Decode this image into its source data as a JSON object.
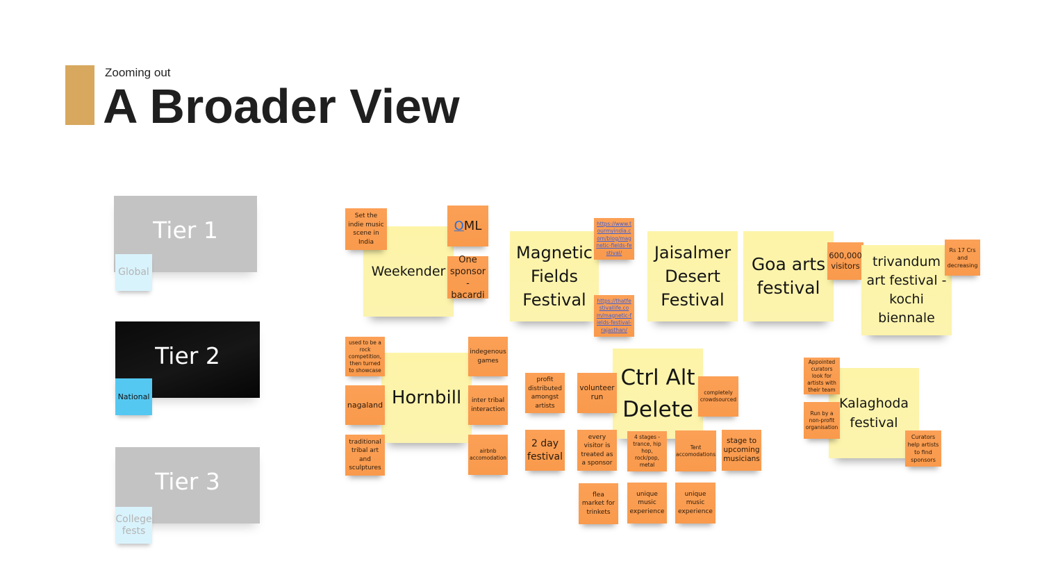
{
  "header": {
    "subtitle": "Zooming out",
    "title": "A Broader View",
    "accent_color": "#d8a85e"
  },
  "tiers": [
    {
      "label": "Tier 1",
      "tag": "Global",
      "style": "inactive"
    },
    {
      "label": "Tier 2",
      "tag": "National",
      "style": "active"
    },
    {
      "label": "Tier 3",
      "tag": "College fests",
      "style": "inactive"
    }
  ],
  "board": {
    "weekender": {
      "title": "Weekender",
      "notes": [
        "Set the indie music scene in India",
        "OML",
        "One sponsor - bacardi"
      ],
      "oml_first": "O",
      "oml_rest": "ML"
    },
    "magnetic": {
      "title": "Magnetic Fields Festival",
      "links": [
        "https://www.tourmyindia.com/blog/magnetic-fields-festival/",
        "https://thatfestivallife.com/magnetic-fields-festival-rajasthan/"
      ]
    },
    "jaisalmer": {
      "title": "Jaisalmer Desert Festival"
    },
    "goa": {
      "title": "Goa arts festival",
      "notes": [
        "600,000 visitors"
      ]
    },
    "trivandum": {
      "title": "trivandum art festival - kochi biennale",
      "notes": [
        "Rs 17 Crs and decreasing"
      ]
    },
    "hornbill": {
      "title": "Hornbill",
      "notes": [
        "used to be a rock competition, then turned to showcase",
        "nagaland",
        "traditional tribal art and sculptures",
        "indegenous games",
        "inter tribal interaction",
        "airbnb accomodation"
      ]
    },
    "ctrl": {
      "title": "Ctrl Alt Delete",
      "notes": [
        "profit distributed amongst artists",
        "volunteer run",
        "completely crowdsourced",
        "2 day festival",
        "every visitor is treated as a sponsor",
        "4 stages - trance, hip hop, rock/pop, metal",
        "Tent accomodations",
        "stage to upcoming musicians",
        "flea market for trinkets",
        "unique music experience",
        "unique music experience"
      ]
    },
    "kalaghoda": {
      "title": "Kalaghoda festival",
      "notes": [
        "Appointed curators look for artists with their team",
        "Run by a non-profit organisation",
        "Curators help artists to find sponsors"
      ]
    }
  },
  "colors": {
    "yellow_sticky": "#fdf4a8",
    "orange_sticky": "#fb9d50",
    "blue_sticky": "#55c8f2",
    "light_blue_sticky": "#d9f3fc",
    "tier_inactive": "#c3c3c3",
    "tier_active": "#0a0a0a"
  }
}
